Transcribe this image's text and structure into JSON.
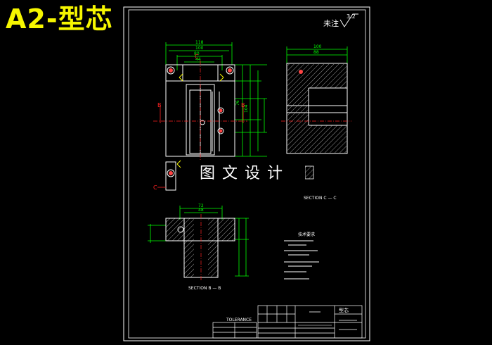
{
  "heading": "A2-型芯",
  "watermark": "图文设计",
  "roughness_note": {
    "label": "未注",
    "value": "3.2"
  },
  "section_labels": {
    "left_marker": "B",
    "right_marker": "B",
    "c_marker": "C",
    "view_bb": "SECTION B — B",
    "view_cc": "SECTION C — C"
  },
  "notes_title": "技术要求",
  "tolerance_table_title": "TOLERANCE",
  "title_block": {
    "part_name": "型芯"
  },
  "colors": {
    "background": "#000000",
    "heading": "#f6f600",
    "outline": "#ffffff",
    "dimension": "#00ff00",
    "centerline": "#ff2222",
    "hole": "#ff4444",
    "hatch": "#ffffff"
  }
}
